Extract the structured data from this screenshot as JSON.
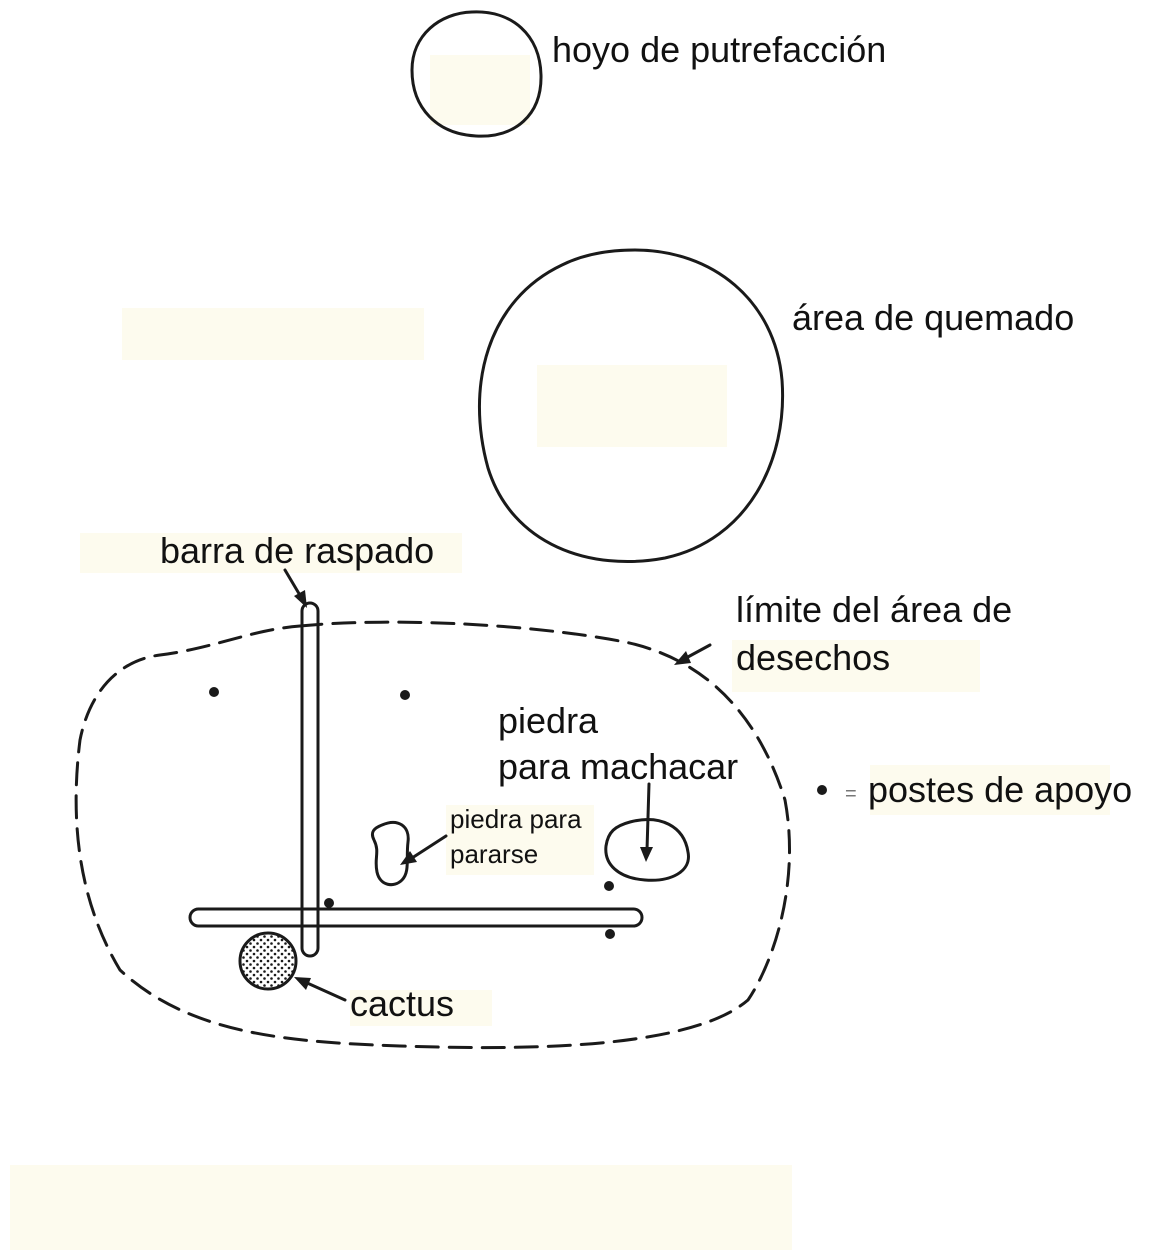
{
  "labels": {
    "pit": "hoyo de putrefacción",
    "burn": "área de quemado",
    "scraping_bar": "barra de raspado",
    "boundary_line1": "límite del área de",
    "boundary_line2": "desechos",
    "grinding_line1": "piedra",
    "grinding_line2": "para machacar",
    "standing_line1": "piedra para",
    "standing_line2": "pararse",
    "cactus": "cactus",
    "legend_equals": "=",
    "legend_posts": "postes de apoyo"
  },
  "icons": {
    "post": "filled-dot",
    "cactus": "stippled-circle"
  },
  "colors": {
    "ink": "#1a1a1a",
    "label_background": "#fdfbee",
    "page": "#ffffff"
  }
}
